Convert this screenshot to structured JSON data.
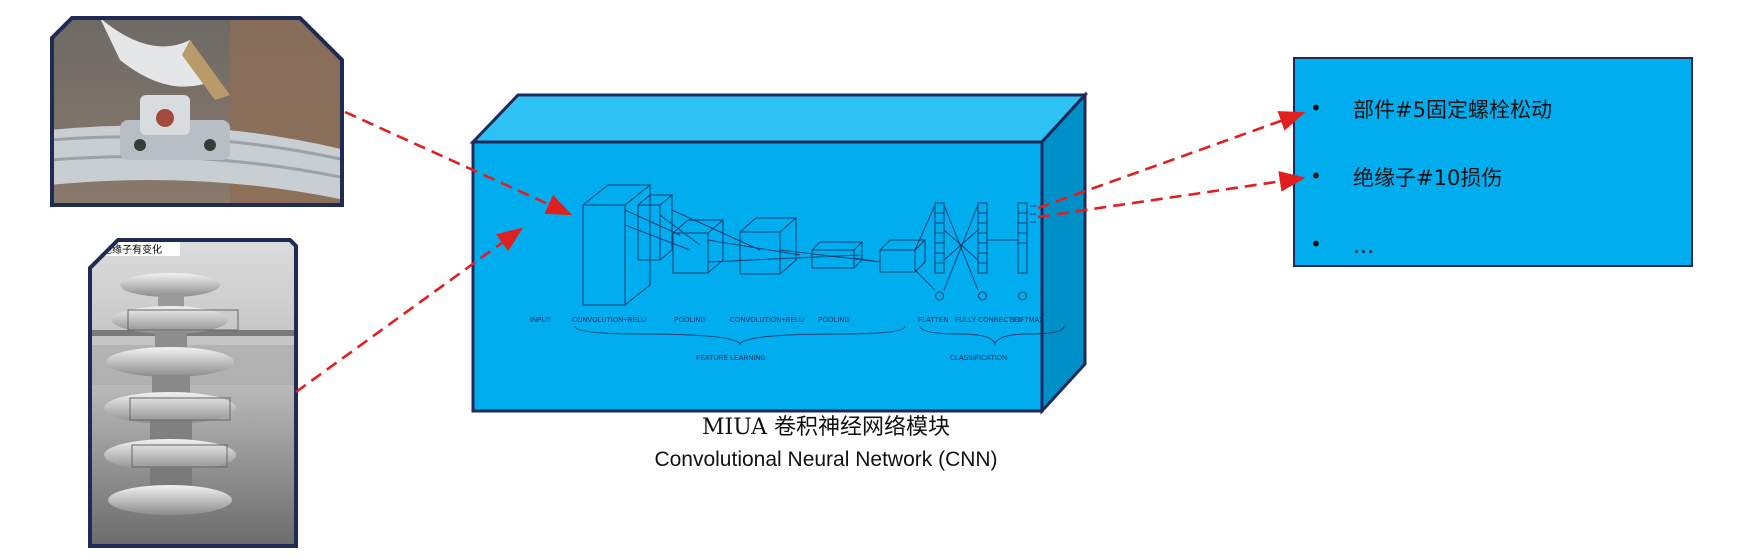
{
  "inputs": [
    {
      "name": "fitting-bolt-photo"
    },
    {
      "name": "insulator-photo",
      "overlay_text": "这绝缘子有变化"
    }
  ],
  "cnn": {
    "stages": {
      "input": "INPUT",
      "conv1": "CONVOLUTION+RELU",
      "pool1": "POOLING",
      "conv2": "CONVOLUTION+RELU",
      "pool2": "POOLING",
      "flatten": "FLATTEN",
      "fully": "FULLY CONNECTED",
      "softmax": "SOFTMAX"
    },
    "groups": {
      "feature": "FEATURE LEARNING",
      "classification": "CLASSIFICATION"
    },
    "caption_line1": "MIUA 卷积神经网络模块",
    "caption_line2": "Convolutional Neural Network (CNN)"
  },
  "results": {
    "items": [
      "部件#5固定螺栓松动",
      "绝缘子#10损伤",
      "…"
    ]
  },
  "colors": {
    "box_front": "#00aeef",
    "box_top": "#2ec1f4",
    "box_side": "#0090c8",
    "box_border": "#1f2a5a",
    "results_fill": "#00aeef",
    "arrow": "#e02020",
    "frame": "#1f2a55"
  }
}
